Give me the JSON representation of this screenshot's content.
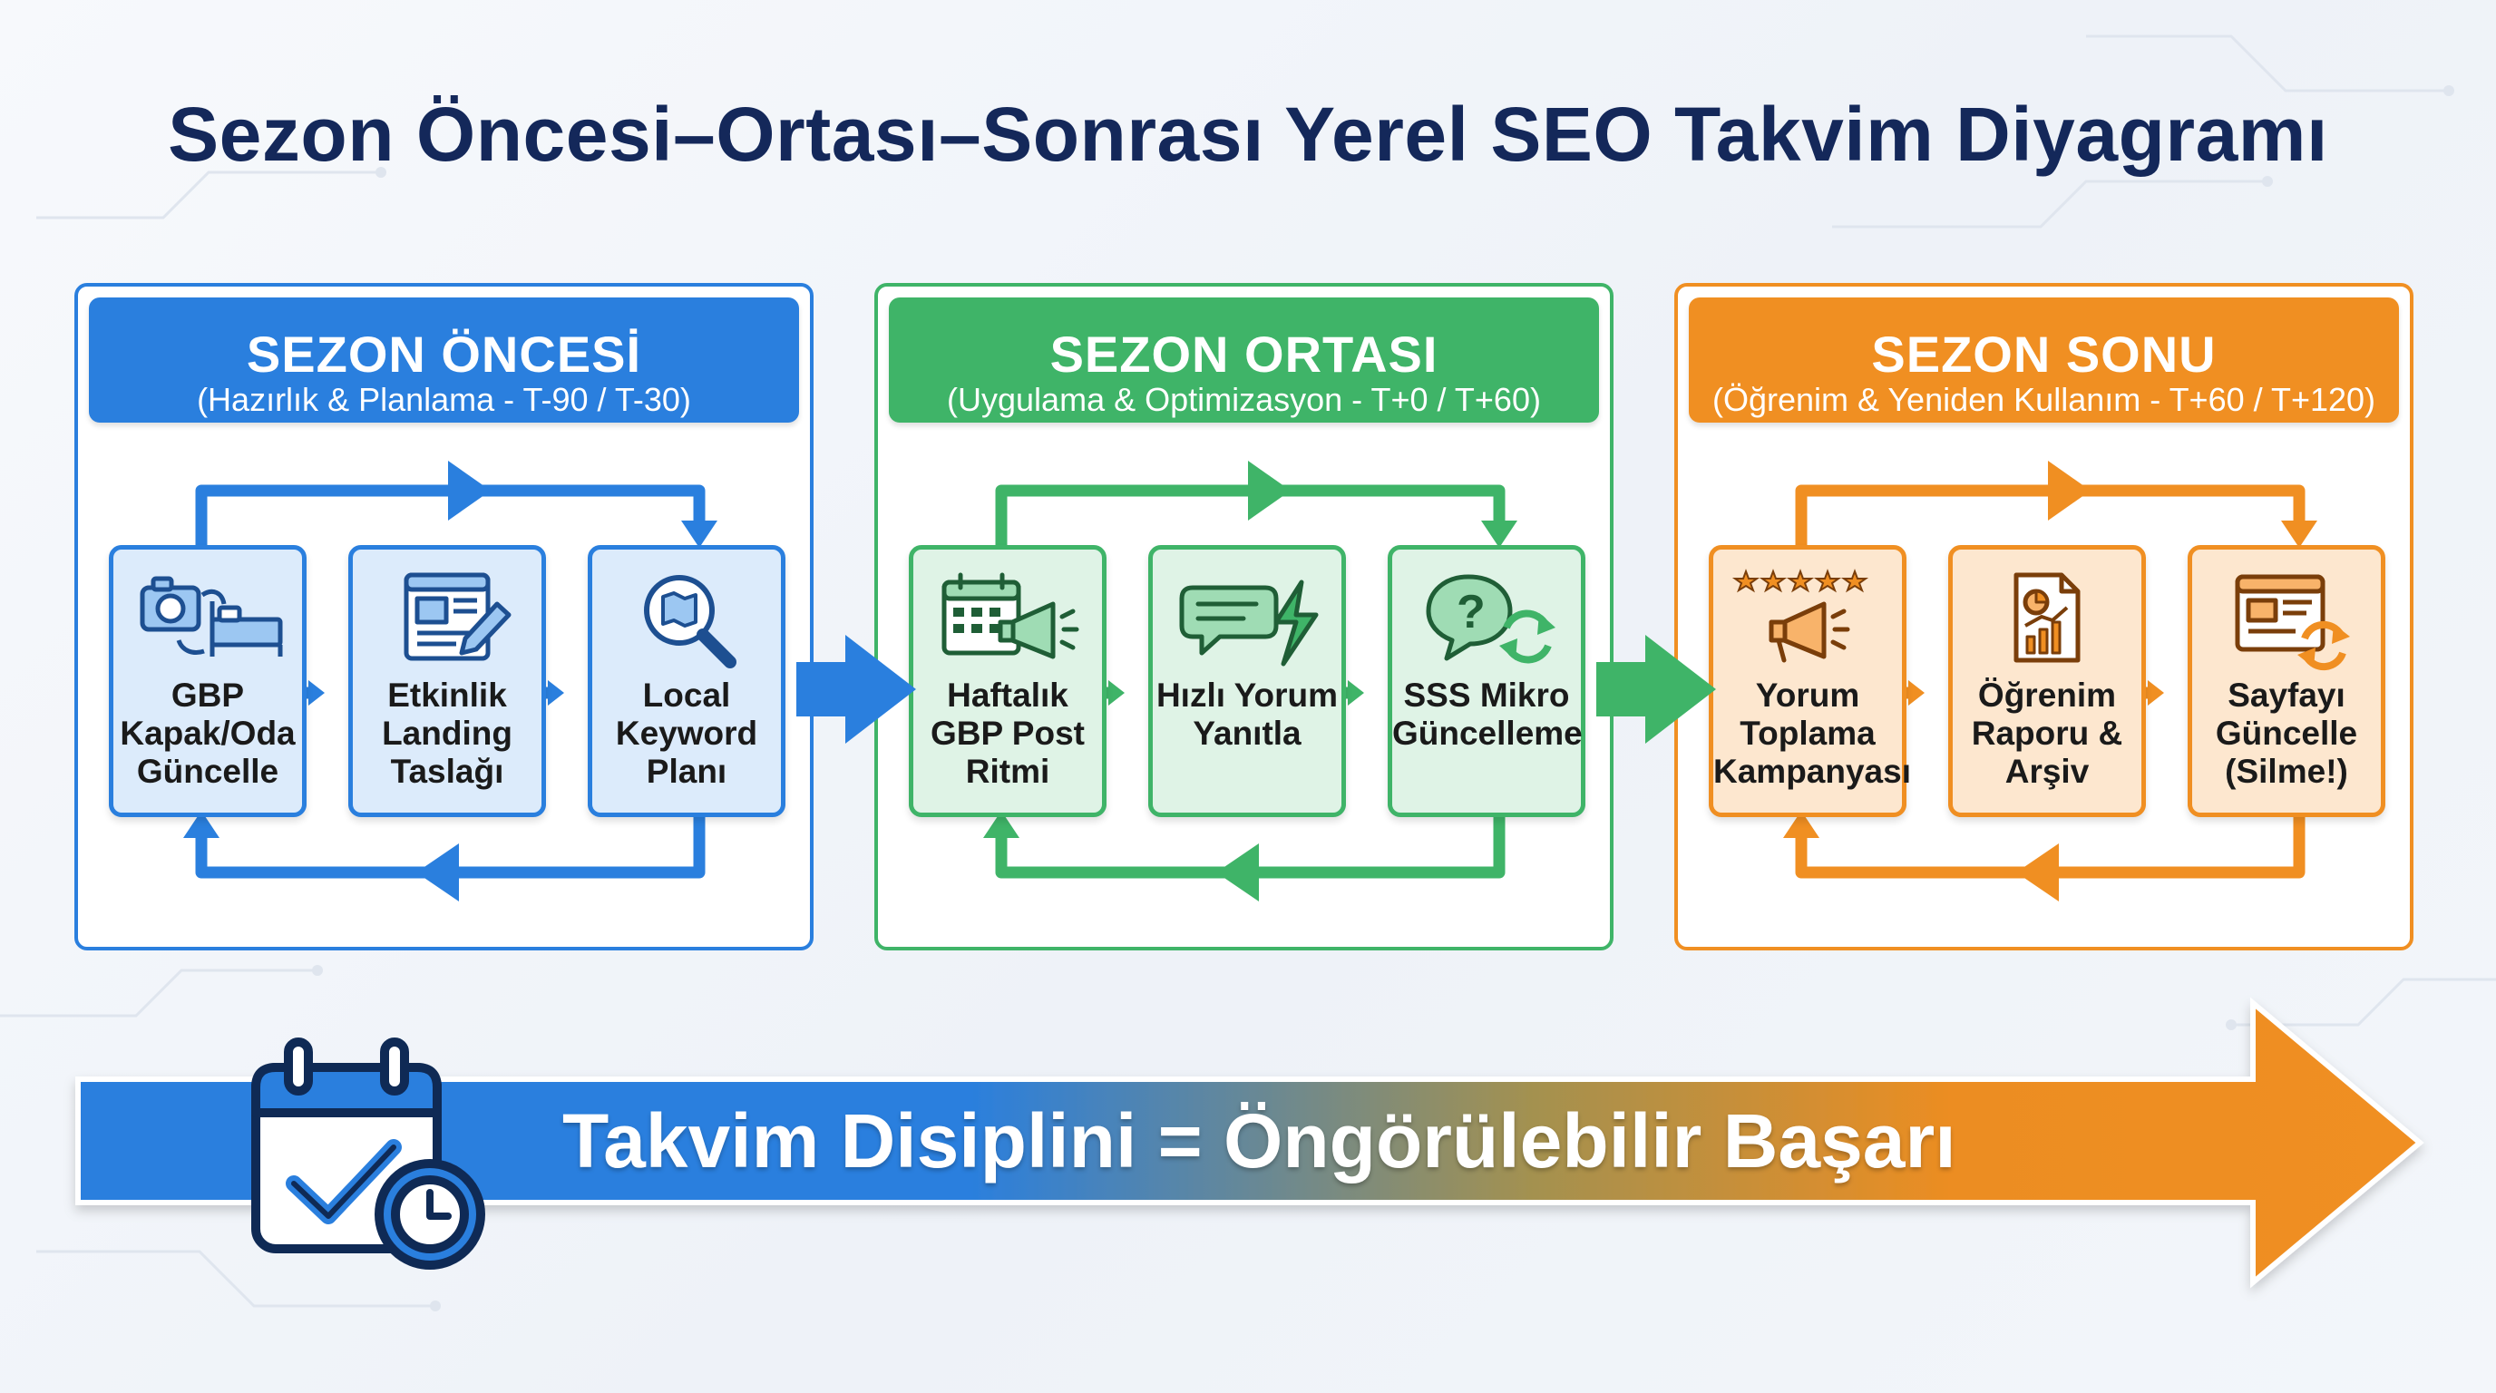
{
  "title": "Sezon Öncesi–Ortası–Sonrası Yerel SEO Takvim Diyagramı",
  "colors": {
    "blue": "#2a7fde",
    "green": "#3fb468",
    "orange": "#f08f22",
    "title": "#14285a"
  },
  "phases": [
    {
      "title": "SEZON ÖNCESİ",
      "subtitle": "(Hazırlık & Planlama - T-90 / T-30)",
      "color": "blue",
      "steps": [
        {
          "label": "GBP Kapak/Oda Güncelle",
          "icon": "camera-bed-icon"
        },
        {
          "label": "Etkinlik Landing Taslağı",
          "icon": "landing-page-edit-icon"
        },
        {
          "label": "Local Keyword Planı",
          "icon": "magnifier-map-icon"
        }
      ]
    },
    {
      "title": "SEZON ORTASI",
      "subtitle": "(Uygulama & Optimizasyon - T+0 / T+60)",
      "color": "green",
      "steps": [
        {
          "label": "Haftalık GBP Post Ritmi",
          "icon": "calendar-megaphone-icon"
        },
        {
          "label": "Hızlı Yorum Yanıtla",
          "icon": "chat-lightning-icon"
        },
        {
          "label": "SSS Mikro Güncelleme",
          "icon": "faq-refresh-icon"
        }
      ]
    },
    {
      "title": "SEZON SONU",
      "subtitle": "(Öğrenim & Yeniden Kullanım - T+60 / T+120)",
      "color": "orange",
      "steps": [
        {
          "label": "Yorum Toplama Kampanyası",
          "icon": "stars-megaphone-icon"
        },
        {
          "label": "Öğrenim Raporu & Arşiv",
          "icon": "report-chart-icon"
        },
        {
          "label": "Sayfayı Güncelle (Silme!)",
          "icon": "page-refresh-icon"
        }
      ]
    }
  ],
  "banner": {
    "text": "Takvim Disiplini = Öngörülebilir Başarı",
    "icon": "calendar-check-clock-icon"
  }
}
